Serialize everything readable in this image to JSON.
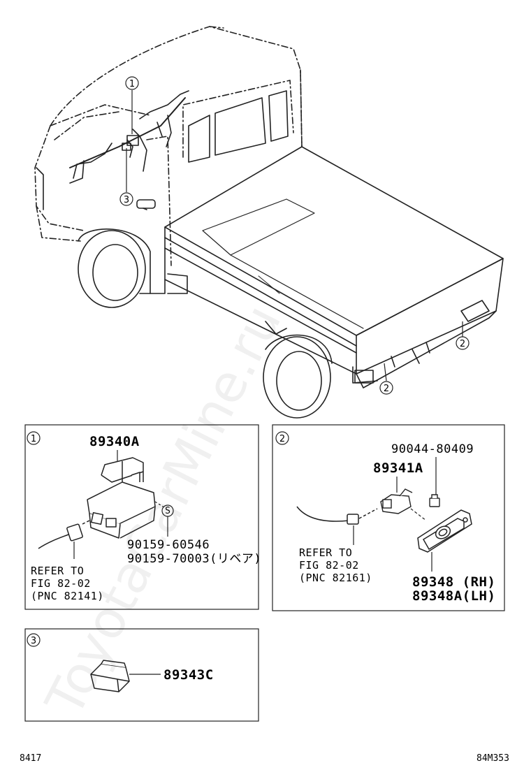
{
  "callouts": {
    "c1": "1",
    "c2": "2",
    "c3": "3"
  },
  "box1": {
    "num": "1",
    "part_main": "89340A",
    "part_screw_a": "90159-60546",
    "part_screw_b": "90159-70003(リベア)",
    "screw_mark": "S",
    "ref_line1": "REFER TO",
    "ref_line2": "FIG 82-02",
    "ref_line3": "(PNC 82141)"
  },
  "box2": {
    "num": "2",
    "part_clip": "90044-80409",
    "part_sensor": "89341A",
    "ref_line1": "REFER TO",
    "ref_line2": "FIG 82-02",
    "ref_line3": "(PNC 82161)",
    "part_rh": "89348 (RH)",
    "part_lh": "89348A(LH)"
  },
  "box3": {
    "num": "3",
    "part_switch": "89343C"
  },
  "footer": {
    "left_code": "8417",
    "right_code": "84M353"
  },
  "watermark": "ToyotaCarMine.ru"
}
